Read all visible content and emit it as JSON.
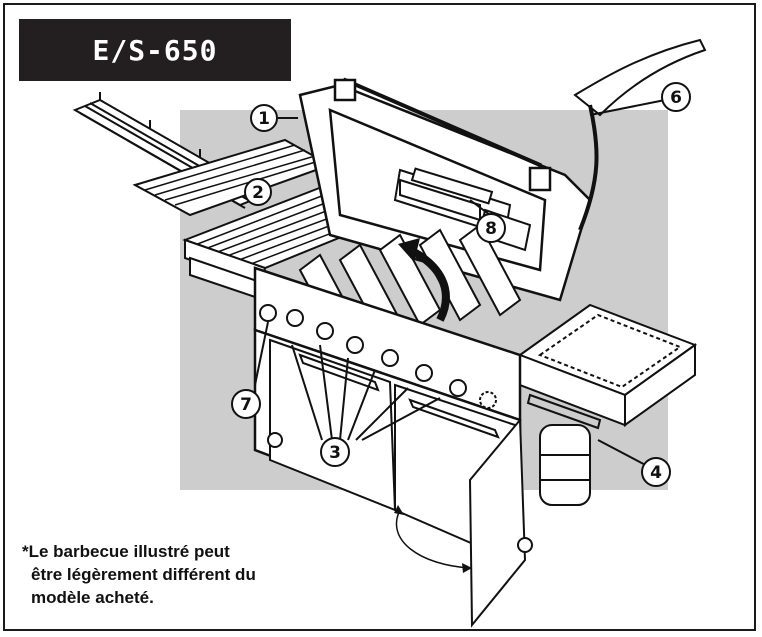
{
  "title": "E/S-650",
  "footnote": {
    "lines": [
      "*Le barbecue illustré peut",
      "être légèrement différent du",
      "modèle acheté."
    ]
  },
  "callouts": [
    "1",
    "2",
    "3",
    "4",
    "6",
    "7",
    "8"
  ],
  "colors": {
    "background_panel": "#cdcdcd",
    "title_box": "#231f20",
    "line": "#111111"
  }
}
